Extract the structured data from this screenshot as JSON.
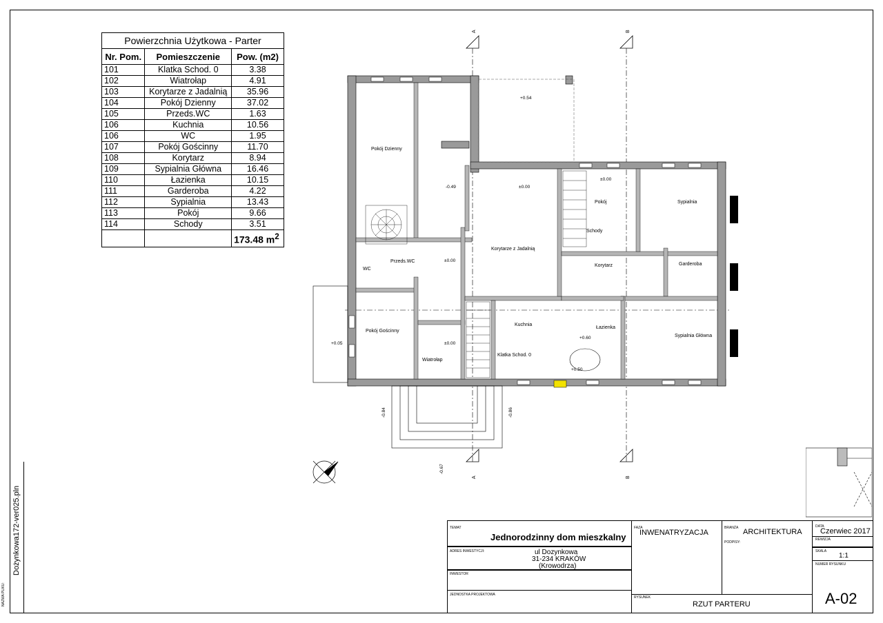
{
  "table": {
    "caption": "Powierzchnia Użytkowa - Parter",
    "headers": [
      "Nr. Pom.",
      "Pomieszczenie",
      "Pow. (m2)"
    ],
    "rows": [
      [
        "101",
        "Klatka Schod. 0",
        "3.38"
      ],
      [
        "102",
        "Wiatrołap",
        "4.91"
      ],
      [
        "103",
        "Korytarze z Jadalnią",
        "35.96"
      ],
      [
        "104",
        "Pokój Dzienny",
        "37.02"
      ],
      [
        "105",
        "Przeds.WC",
        "1.63"
      ],
      [
        "106",
        "Kuchnia",
        "10.56"
      ],
      [
        "106",
        "WC",
        "1.95"
      ],
      [
        "107",
        "Pokój Gościnny",
        "11.70"
      ],
      [
        "108",
        "Korytarz",
        "8.94"
      ],
      [
        "109",
        "Sypialnia Główna",
        "16.46"
      ],
      [
        "110",
        "Łazienka",
        "10.15"
      ],
      [
        "111",
        "Garderoba",
        "4.22"
      ],
      [
        "112",
        "Sypialnia",
        "13.43"
      ],
      [
        "113",
        "Pokój",
        "9.66"
      ],
      [
        "114",
        "Schody",
        "3.51"
      ]
    ],
    "total": "173.48 m",
    "total_sup": "2"
  },
  "plan": {
    "section_a": "A",
    "section_b": "B",
    "rooms": {
      "pokoj_dzienny": "Pokój Dzienny",
      "wc": "WC",
      "przeds_wc": "Przeds.WC",
      "pokoj_goscinny": "Pokój Gościnny",
      "wiatrolap": "Wiatrołap",
      "korytarze": "Korytarze z Jadalnią",
      "kuchnia": "Kuchnia",
      "klatka": "Klatka Schod. 0",
      "pokoj": "Pokój",
      "schody": "Schody",
      "korytarz": "Korytarz",
      "sypialnia": "Sypialnia",
      "garderoba": "Garderoba",
      "lazienka": "Łazienka",
      "sypialnia_glowna": "Sypialnia Główna"
    },
    "levels": {
      "l054": "+0.54",
      "l049": "-0.49",
      "l000": "±0.00",
      "l005": "+0.05",
      "l060": "+0.60",
      "l050": "+0.50",
      "l084": "-0.84",
      "l086": "-0.86",
      "l067": "-0.67"
    }
  },
  "sidebar": {
    "label": "NAZWA PLIKU:",
    "file": "Dożynkowa172-ver025.pln"
  },
  "titleblock": {
    "temat_label": "TEMAT",
    "temat": "Jednorodzinny dom mieszkalny",
    "adres_label": "ADRES INWESTYCJI:",
    "adres1": "ul Dozynkowa",
    "adres2": "31-234 KRAKÓW",
    "adres3": "(Krowodrza)",
    "inwestor_label": "INWESTOR",
    "jednostka_label": "JEDNOSTKA PROJEKTOWA",
    "faza_label": "FAZA",
    "faza": "INWENATRYZACJA",
    "branza_label": "BRANŻA",
    "branza": "ARCHITEKTURA",
    "podpisy_label": "PODPISY:",
    "rysunek_label": "RYSUNEK",
    "rysunek": "RZUT PARTERU",
    "data_label": "DATA",
    "data": "Czerwiec 2017",
    "rewizja_label": "REWIZJA",
    "skala_label": "SKALA",
    "skala": "1:1",
    "numer_label": "NUMER RYSUNKU",
    "numer": "A-02"
  }
}
